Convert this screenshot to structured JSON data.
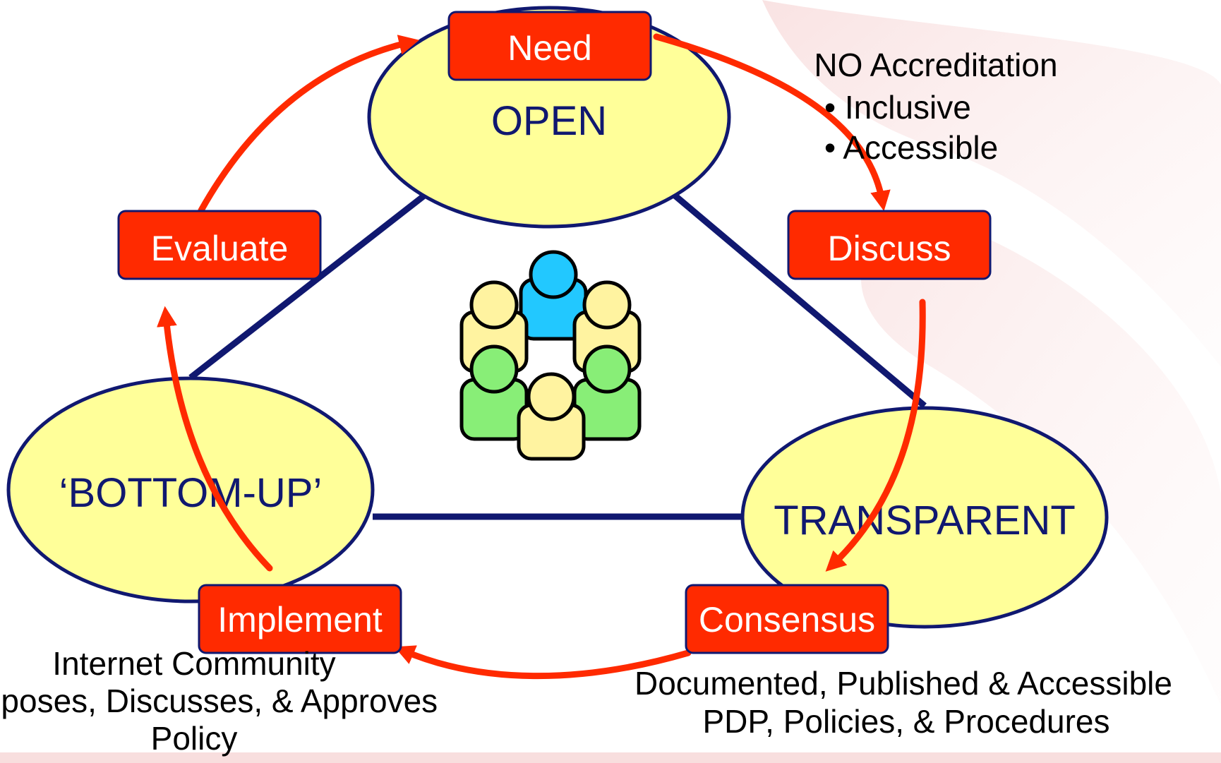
{
  "colors": {
    "ellipse_fill": "#ffff99",
    "ellipse_stroke": "#101870",
    "triangle": "#101870",
    "box_fill": "#ff2a00",
    "box_stroke": "#101870",
    "arrow": "#ff2a00",
    "ellipse_text": "#101870",
    "box_text": "#ffffff",
    "note_text": "#000000"
  },
  "principles": {
    "open": "OPEN",
    "bottom_up": "‘BOTTOM-UP’",
    "transparent": "TRANSPARENT"
  },
  "steps": {
    "need": "Need",
    "discuss": "Discuss",
    "consensus": "Consensus",
    "implement": "Implement",
    "evaluate": "Evaluate"
  },
  "notes": {
    "accreditation": {
      "line1": "NO Accreditation",
      "line2": "• Inclusive",
      "line3": "• Accessible"
    },
    "community": {
      "line1": "Internet Community",
      "line2": "Proposes, Discusses, & Approves",
      "line3": "Policy"
    },
    "documented": {
      "line1": "Documented, Published & Accessible",
      "line2": "PDP, Policies, & Procedures"
    }
  },
  "icons": {
    "center": "people-group-icon"
  }
}
